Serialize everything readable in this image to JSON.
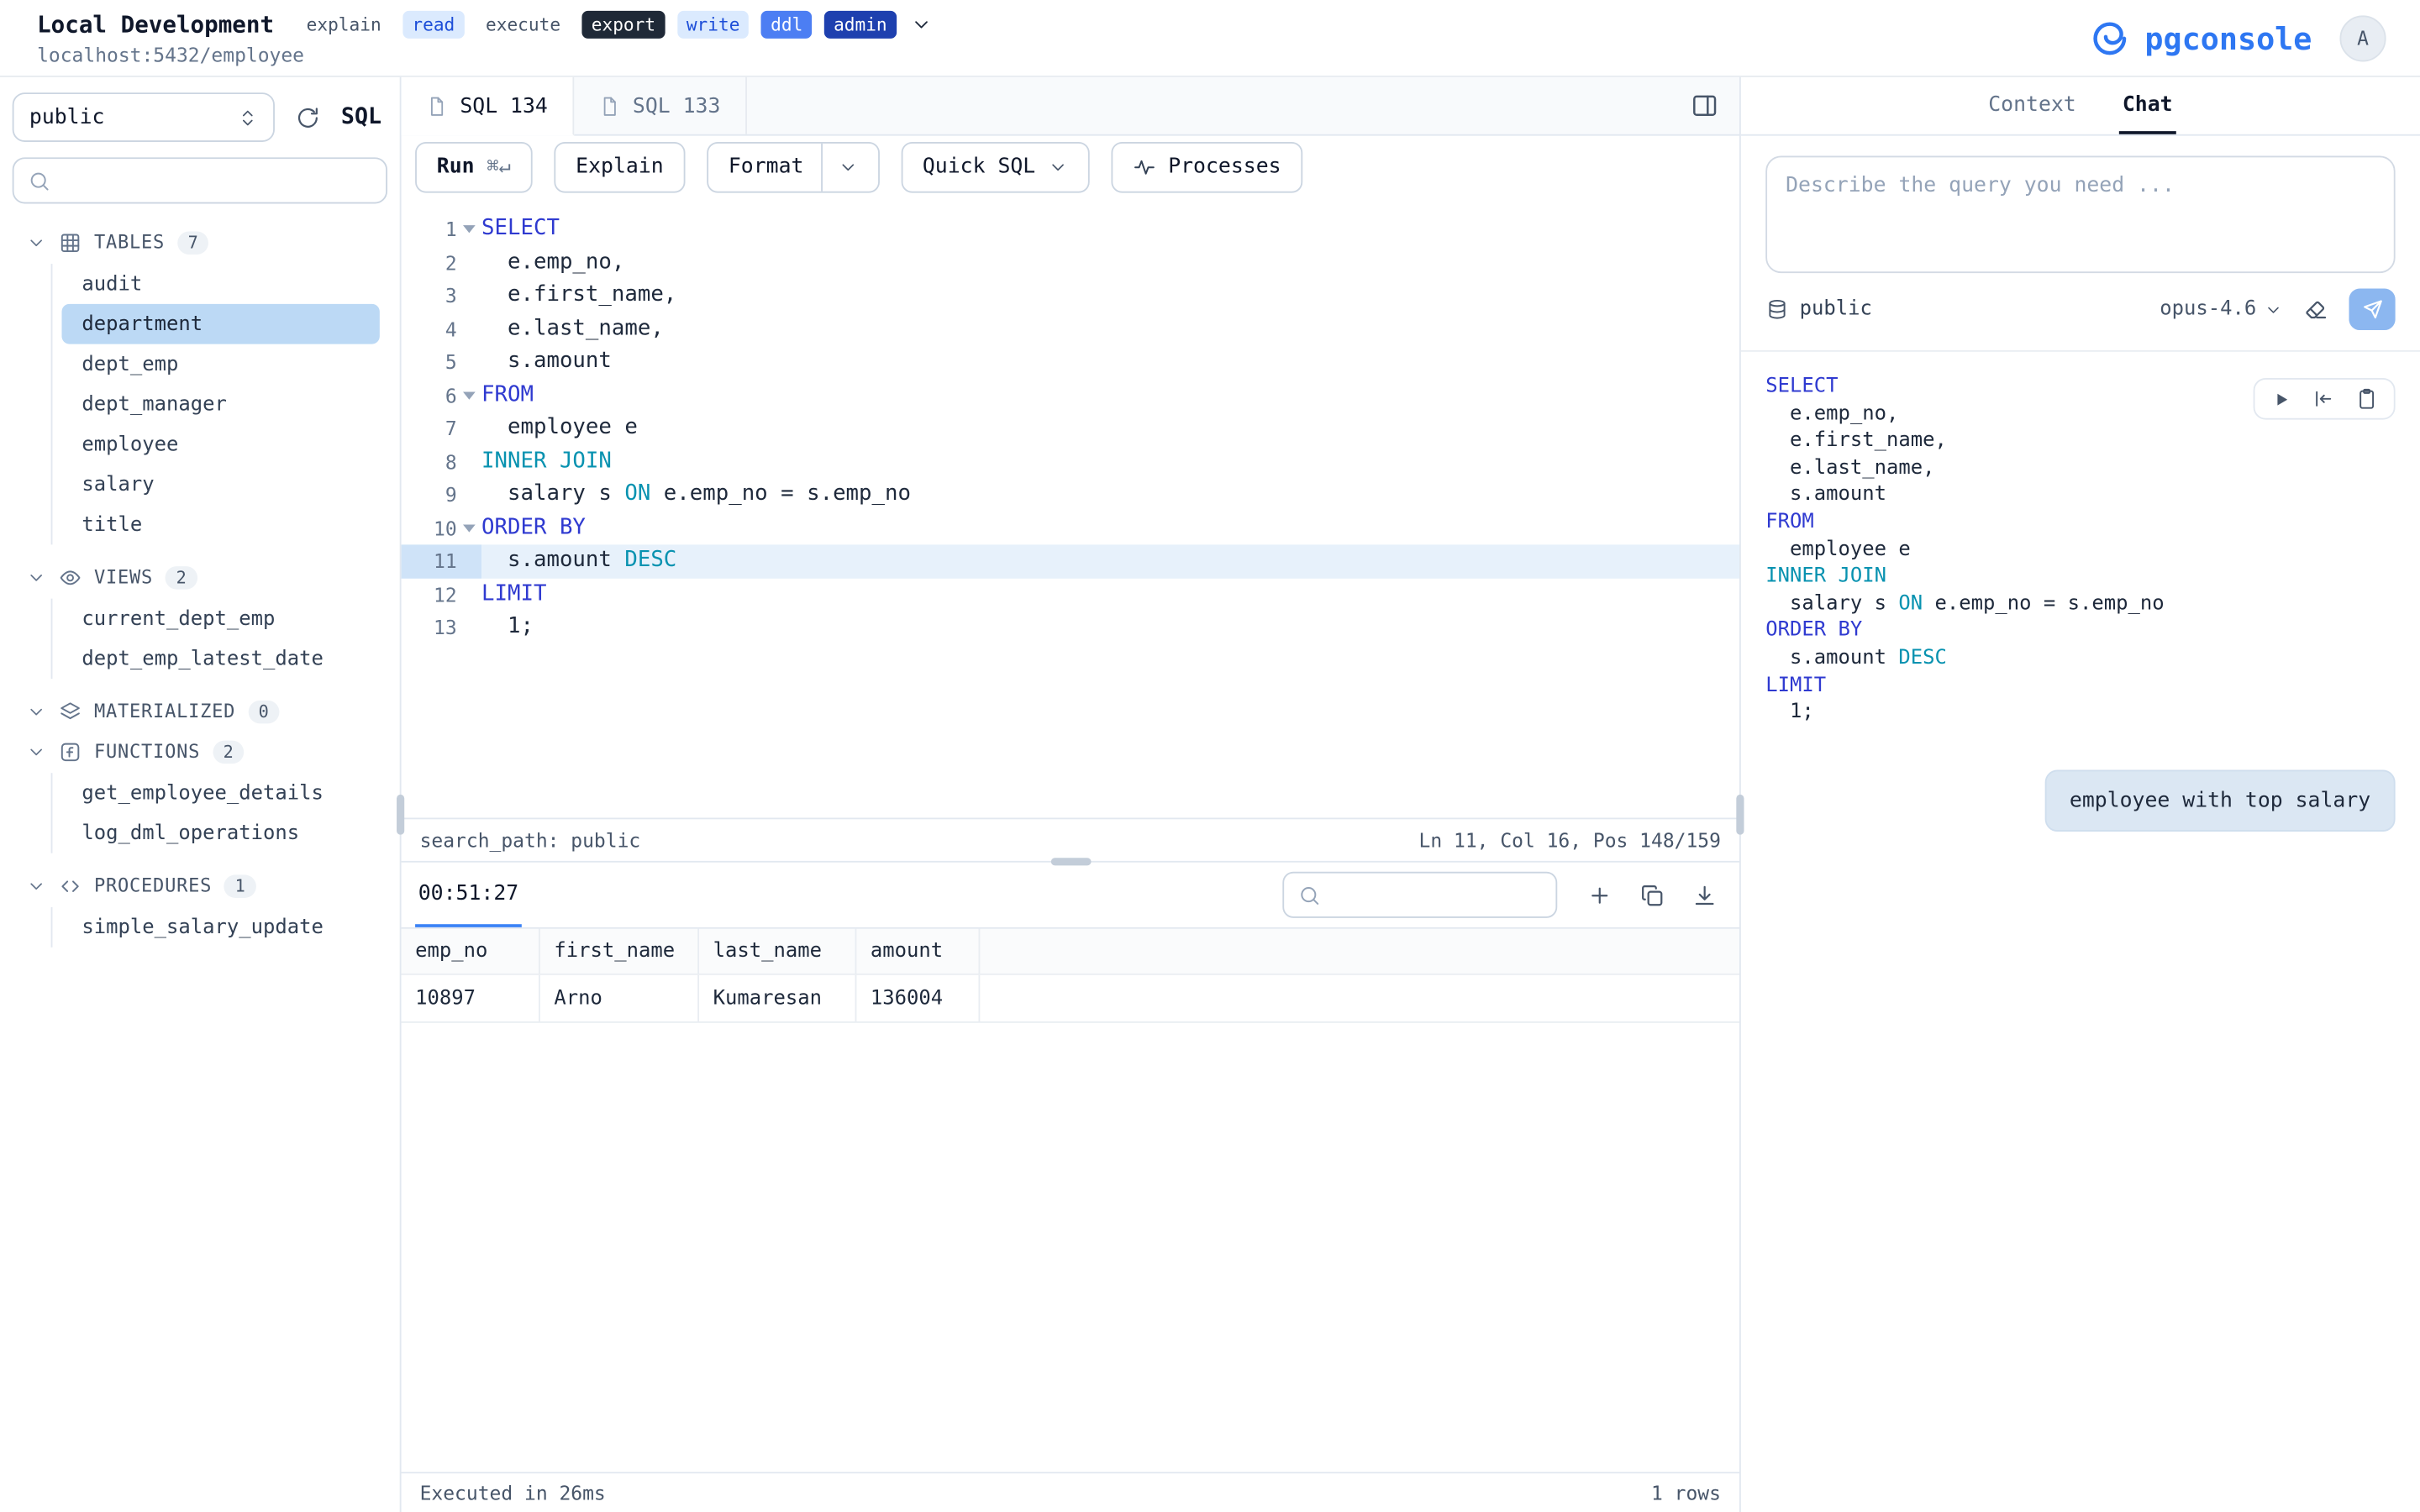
{
  "colors": {
    "accent": "#3b82f6",
    "brand": "#2e77f2",
    "keyword": "#2f3ad0",
    "keyword2": "#0892b0",
    "selection": "#bcd9f5",
    "active-line": "#e7f1fb",
    "send": "#8cb7f0"
  },
  "header": {
    "title": "Local Development",
    "subtitle": "localhost:5432/employee",
    "badges": [
      {
        "label": "explain",
        "style": "plain"
      },
      {
        "label": "read",
        "style": "lightblue"
      },
      {
        "label": "execute",
        "style": "plain"
      },
      {
        "label": "export",
        "style": "dark"
      },
      {
        "label": "write",
        "style": "lightblue"
      },
      {
        "label": "ddl",
        "style": "blue"
      },
      {
        "label": "admin",
        "style": "navy"
      }
    ],
    "brand": "pgconsole",
    "avatar": "A"
  },
  "sidebar": {
    "schema": "public",
    "sql_label": "SQL",
    "search_placeholder": "",
    "sections": [
      {
        "label": "TABLES",
        "count": "7",
        "icon": "table",
        "items": [
          {
            "label": "audit"
          },
          {
            "label": "department",
            "selected": true
          },
          {
            "label": "dept_emp"
          },
          {
            "label": "dept_manager"
          },
          {
            "label": "employee"
          },
          {
            "label": "salary"
          },
          {
            "label": "title"
          }
        ]
      },
      {
        "label": "VIEWS",
        "count": "2",
        "icon": "eye",
        "items": [
          {
            "label": "current_dept_emp"
          },
          {
            "label": "dept_emp_latest_date"
          }
        ]
      },
      {
        "label": "MATERIALIZED",
        "count": "0",
        "icon": "layers",
        "items": []
      },
      {
        "label": "FUNCTIONS",
        "count": "2",
        "icon": "function",
        "items": [
          {
            "label": "get_employee_details"
          },
          {
            "label": "log_dml_operations"
          }
        ]
      },
      {
        "label": "PROCEDURES",
        "count": "1",
        "icon": "code",
        "items": [
          {
            "label": "simple_salary_update"
          }
        ]
      }
    ]
  },
  "editor": {
    "tabs": [
      {
        "label": "SQL 134",
        "active": true
      },
      {
        "label": "SQL 133",
        "active": false
      }
    ],
    "toolbar": {
      "run": "Run",
      "run_shortcut": "⌘↵",
      "explain": "Explain",
      "format": "Format",
      "quick_sql": "Quick SQL",
      "processes": "Processes"
    },
    "status_left": "search_path: public",
    "status_right": "Ln 11, Col 16, Pos 148/159"
  },
  "sql": {
    "active_line": 11,
    "folds": [
      1,
      6,
      10
    ],
    "lines": [
      [
        [
          "SELECT",
          "kw"
        ]
      ],
      [
        [
          "  e.emp_no,",
          ""
        ]
      ],
      [
        [
          "  e.first_name,",
          ""
        ]
      ],
      [
        [
          "  e.last_name,",
          ""
        ]
      ],
      [
        [
          "  s.amount",
          ""
        ]
      ],
      [
        [
          "FROM",
          "kw"
        ]
      ],
      [
        [
          "  employee e",
          ""
        ]
      ],
      [
        [
          "INNER JOIN",
          "kw2"
        ]
      ],
      [
        [
          "  salary s ",
          ""
        ],
        [
          "ON",
          "kw2"
        ],
        [
          " e.emp_no = s.emp_no",
          ""
        ]
      ],
      [
        [
          "ORDER BY",
          "kw"
        ]
      ],
      [
        [
          "  s.amount ",
          ""
        ],
        [
          "DESC",
          "kw2"
        ]
      ],
      [
        [
          "LIMIT",
          "kw"
        ]
      ],
      [
        [
          "  1;",
          ""
        ]
      ]
    ]
  },
  "results": {
    "tab": "00:51:27",
    "search_placeholder": "",
    "columns": [
      "emp_no",
      "first_name",
      "last_name",
      "amount"
    ],
    "rows": [
      [
        "10897",
        "Arno",
        "Kumaresan",
        "136004"
      ]
    ],
    "footer_left": "Executed in 26ms",
    "footer_right": "1 rows"
  },
  "assistant": {
    "tabs": [
      {
        "label": "Context",
        "active": false
      },
      {
        "label": "Chat",
        "active": true
      }
    ],
    "placeholder": "Describe the query you need ...",
    "schema": "public",
    "model": "opus-4.6",
    "user_message": "employee with top salary"
  }
}
